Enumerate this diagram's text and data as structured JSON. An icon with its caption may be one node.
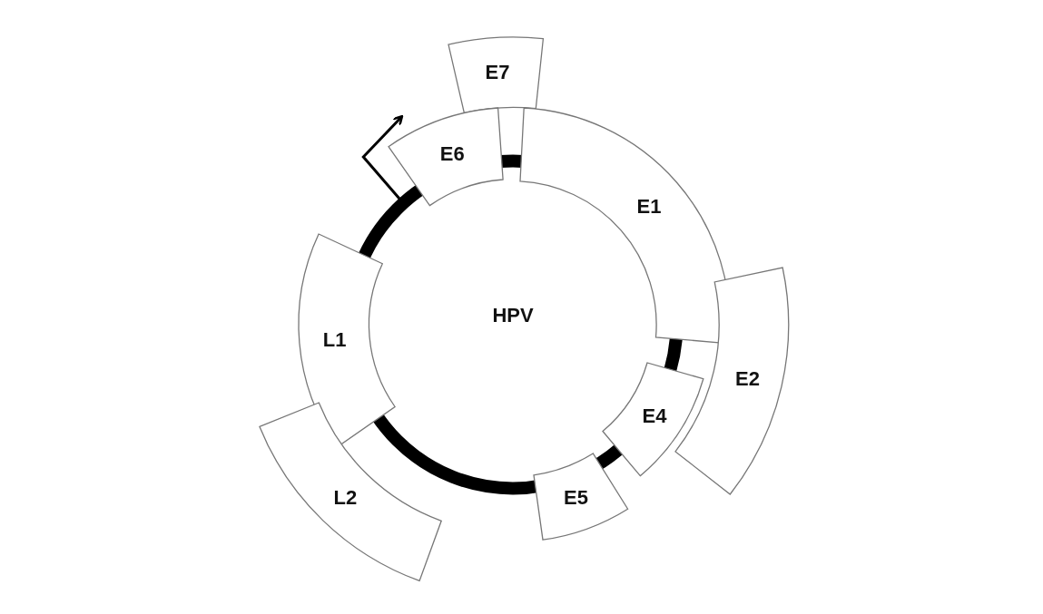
{
  "diagram": {
    "nodes": [
      {
        "text": [
          "E7"
        ]
      },
      {
        "text": [
          "E6"
        ]
      },
      {
        "text": [
          "E1"
        ]
      },
      {
        "text": [
          "L1"
        ]
      },
      {
        "text": [
          "E2"
        ]
      },
      {
        "text": [
          "E4"
        ]
      },
      {
        "text": [
          "L2"
        ]
      },
      {
        "text": [
          "E5"
        ]
      }
    ],
    "labels": [
      "HPV"
    ]
  }
}
